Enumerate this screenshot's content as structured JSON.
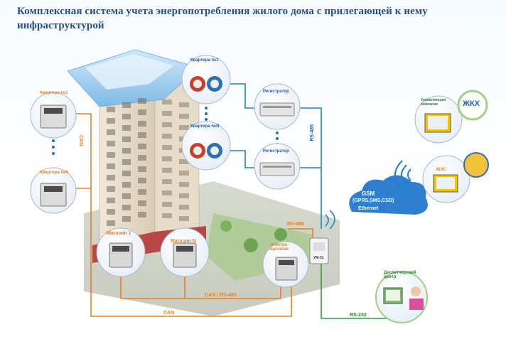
{
  "title": "Комплексная система учета энергопотребления жилого дома с прилегающей к нему инфраструктурой",
  "apartments": {
    "elec_first": "Квартира №1",
    "elec_last": "Квартира №N",
    "water_first": "Квартира №1",
    "water_last": "Квартира №N"
  },
  "registrars": [
    "Регистратор",
    "Регистратор"
  ],
  "shops": [
    "Магазин 1",
    "Магазин N"
  ],
  "substation": "Электро-щитовая",
  "device_code": "УМ-31",
  "gsm": {
    "line1": "GSM",
    "line2": "(GPRS,SMS,CSD)",
    "line3": "Ethernet"
  },
  "management_company": "Управляющая компания",
  "zhkh": "ЖКХ",
  "mes": "МЭС",
  "dispatch": "Диспетчерский центр",
  "buses": {
    "can_vertical": "CAN",
    "rs485_right": "RS-485",
    "rs485_top": "RS-485",
    "can_rs485": "CAN / RS-485",
    "can_bottom": "CAN",
    "rs232": "RS-232"
  },
  "colors": {
    "orange": "#e8801e",
    "blue": "#1c7fd6",
    "green": "#2f9a3a",
    "title": "#1f4e9b"
  }
}
